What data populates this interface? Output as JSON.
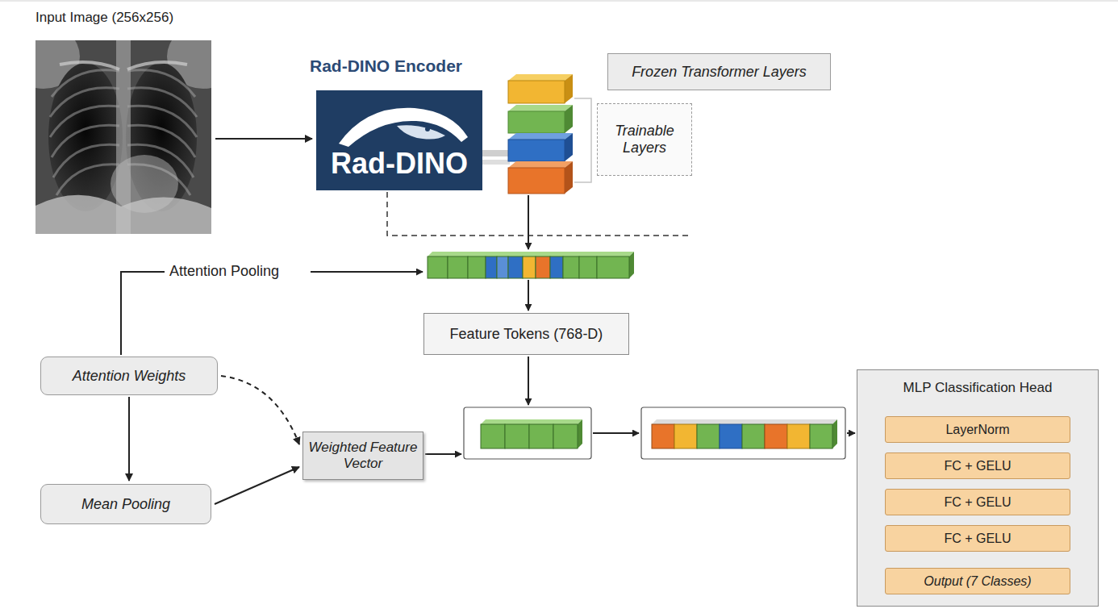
{
  "diagram": {
    "nodes": [
      {
        "text": [
          "Input Image (256x256)"
        ]
      },
      {
        "text": [
          "Rad-DINO Encoder",
          "Rad-DINO"
        ]
      },
      {
        "text": [
          "Frozen Transformer Layers"
        ]
      },
      {
        "text": [
          "Trainable Layers"
        ]
      },
      {
        "text": [
          "Feature Tokens (768-D)"
        ]
      },
      {
        "text": [
          "Attention Weights"
        ]
      },
      {
        "text": [
          "Mean Pooling"
        ]
      },
      {
        "text": [
          "Weighted Feature Vector"
        ]
      },
      {
        "text": [
          "MLP Classification Head"
        ]
      },
      {
        "text": [
          "LayerNorm"
        ],
        "in": 8
      },
      {
        "text": [
          "FC + GELU"
        ],
        "in": 8
      },
      {
        "text": [
          "FC + GELU"
        ],
        "in": 8
      },
      {
        "text": [
          "FC + GELU"
        ],
        "in": 8
      },
      {
        "text": [
          "Output (7 Classes)"
        ],
        "in": 8
      }
    ],
    "edges": [
      {
        "from": 0,
        "to": 1,
        "arrow": "to"
      },
      {
        "from": 5,
        "to": 6,
        "arrow": "to"
      },
      {
        "from": 5,
        "to": 7,
        "arrow": "to"
      },
      {
        "from": 6,
        "to": 7,
        "arrow": "to"
      },
      {
        "from": 12,
        "to": 13,
        "arrow": "none"
      }
    ],
    "labels": [
      "Attention Pooling"
    ]
  }
}
